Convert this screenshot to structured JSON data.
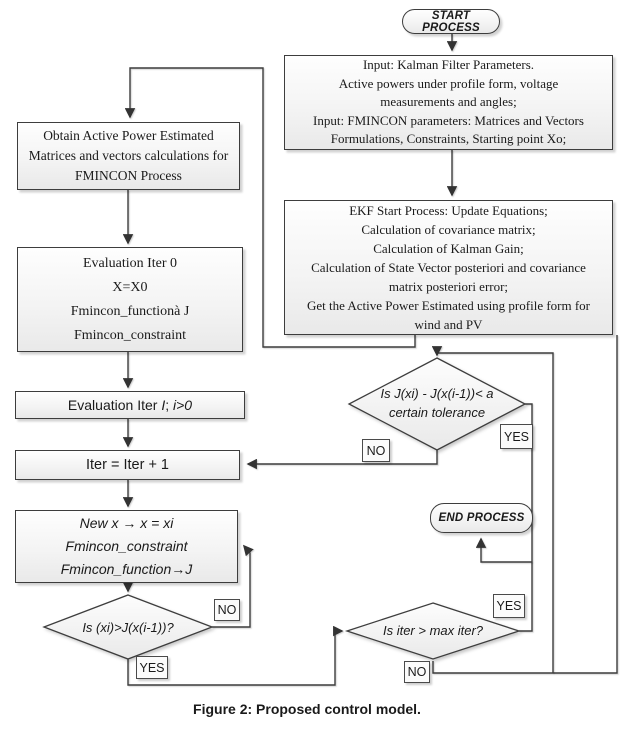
{
  "figure_caption": "Figure 2: Proposed control model.",
  "nodes": {
    "start_label": "START PROCESS",
    "end_label": "END PROCESS",
    "input_box": "Input: Kalman Filter Parameters.\nActive powers under profile form, voltage\nmeasurements and angles;\nInput: FMINCON parameters: Matrices and Vectors\nFormulations, Constraints, Starting point Xo;",
    "ekf_box": "EKF Start Process: Update Equations;\nCalculation of covariance matrix;\nCalculation of Kalman Gain;\nCalculation of State Vector posteriori and covariance\nmatrix posteriori error;\nGet the Active Power Estimated using profile form for\nwind and PV",
    "obtain_box": "Obtain Active Power Estimated\nMatrices and vectors calculations for\nFMINCON Process",
    "eval_iter0_box": "Evaluation Iter 0\nX=X0\nFmincon_functionà J\nFmincon_constraint",
    "eval_iterI_parts": [
      "Evaluation Iter ",
      "I",
      "; ",
      "i",
      ">0"
    ],
    "iter_increment_box": "Iter = Iter + 1",
    "new_x_box": "New x → x = xi\nFmincon_constraint\nFmincon_function→J",
    "decision_xi": "Is (xi)>J(x(i-1))?",
    "decision_tolerance": "Is J(xi) - J(x(i-1))< a\ncertain tolerance",
    "decision_maxiter": "Is iter > max iter?"
  },
  "labels": {
    "yes": "YES",
    "no": "NO"
  },
  "colors": {
    "stroke": "#3d3d3d",
    "text": "#1a1a1a",
    "fill_light": "#fdfdfd",
    "fill_dark": "#e9e9e9"
  }
}
